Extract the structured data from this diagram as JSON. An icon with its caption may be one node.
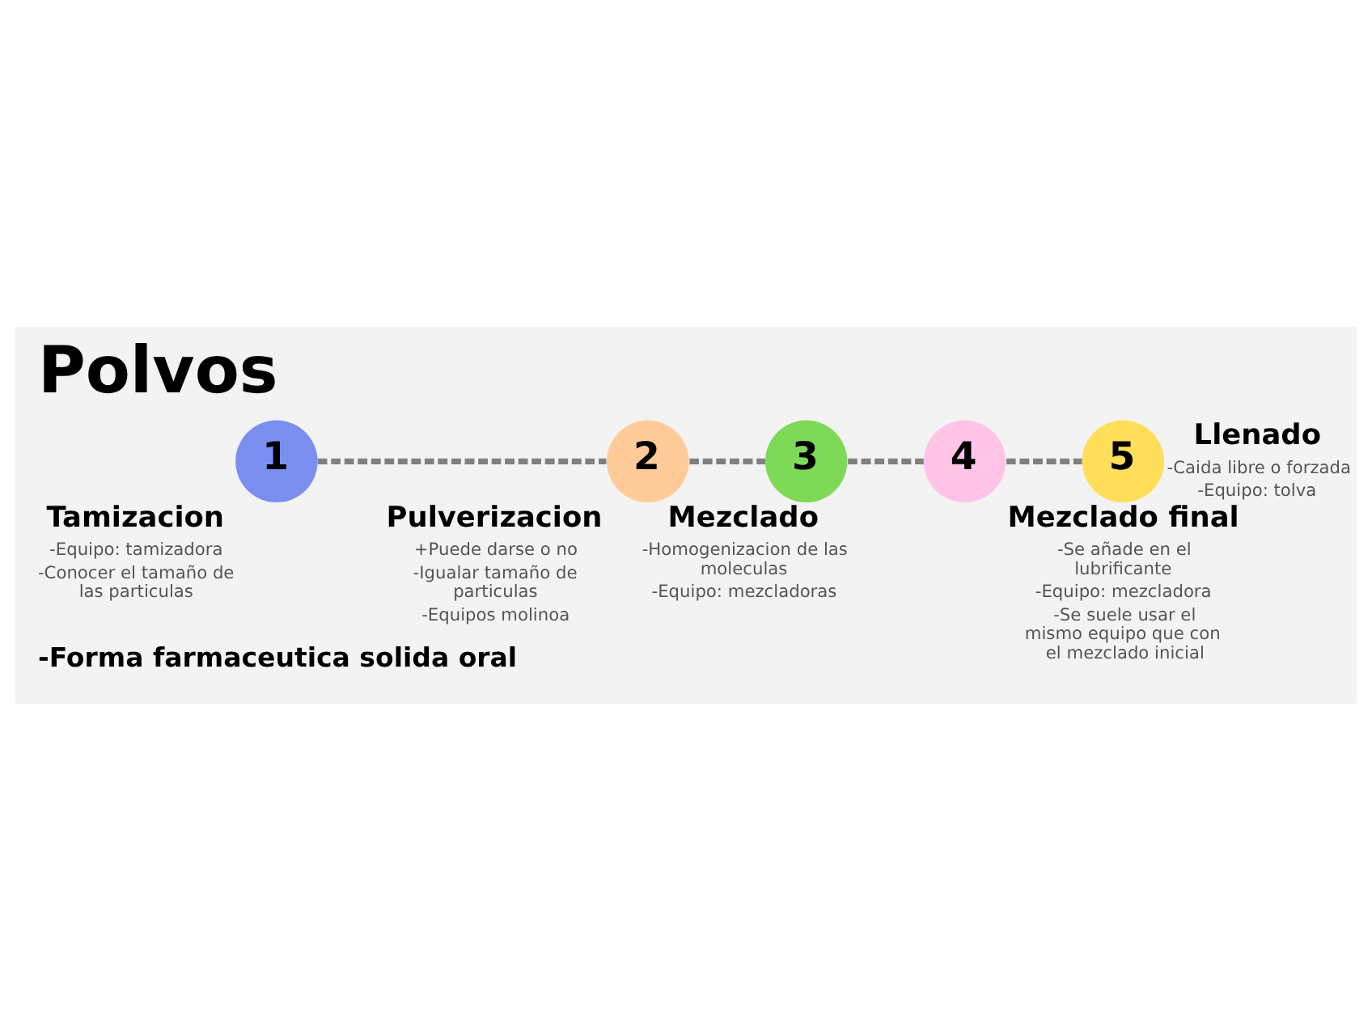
{
  "diagram": {
    "title": "Polvos",
    "nodes": [
      {
        "text": [
          "1",
          "Tamizacion"
        ],
        "beside": [
          "-Equipo: tamizadora",
          "-Conocer el tamaño de las particulas"
        ]
      },
      {
        "text": [
          "2",
          "Pulverizacion"
        ],
        "beside": [
          "+Puede darse o no",
          "-Igualar tamaño de particulas",
          "-Equipos molinoa"
        ]
      },
      {
        "text": [
          "3",
          "Mezclado"
        ],
        "beside": [
          "-Homogenizacion de las moleculas",
          "-Equipo: mezcladoras"
        ]
      },
      {
        "text": [
          "4",
          "Mezclado final"
        ],
        "beside": [
          "-Se añade en el lubrificante",
          "-Equipo: mezcladora",
          "-Se suele usar el mismo equipo que con el mezclado inicial"
        ]
      },
      {
        "text": [
          "5",
          "Llenado"
        ],
        "beside": [
          "-Caida libre o forzada",
          "-Equipo: tolva"
        ]
      }
    ],
    "edges": [
      {
        "from": 0,
        "to": 1,
        "arrow": "none",
        "style": "dashed"
      },
      {
        "from": 1,
        "to": 2,
        "arrow": "none",
        "style": "dashed"
      },
      {
        "from": 2,
        "to": 3,
        "arrow": "none",
        "style": "dashed"
      },
      {
        "from": 3,
        "to": 4,
        "arrow": "none",
        "style": "dashed"
      }
    ],
    "labels": [
      "-Forma farmaceutica solida oral"
    ]
  }
}
